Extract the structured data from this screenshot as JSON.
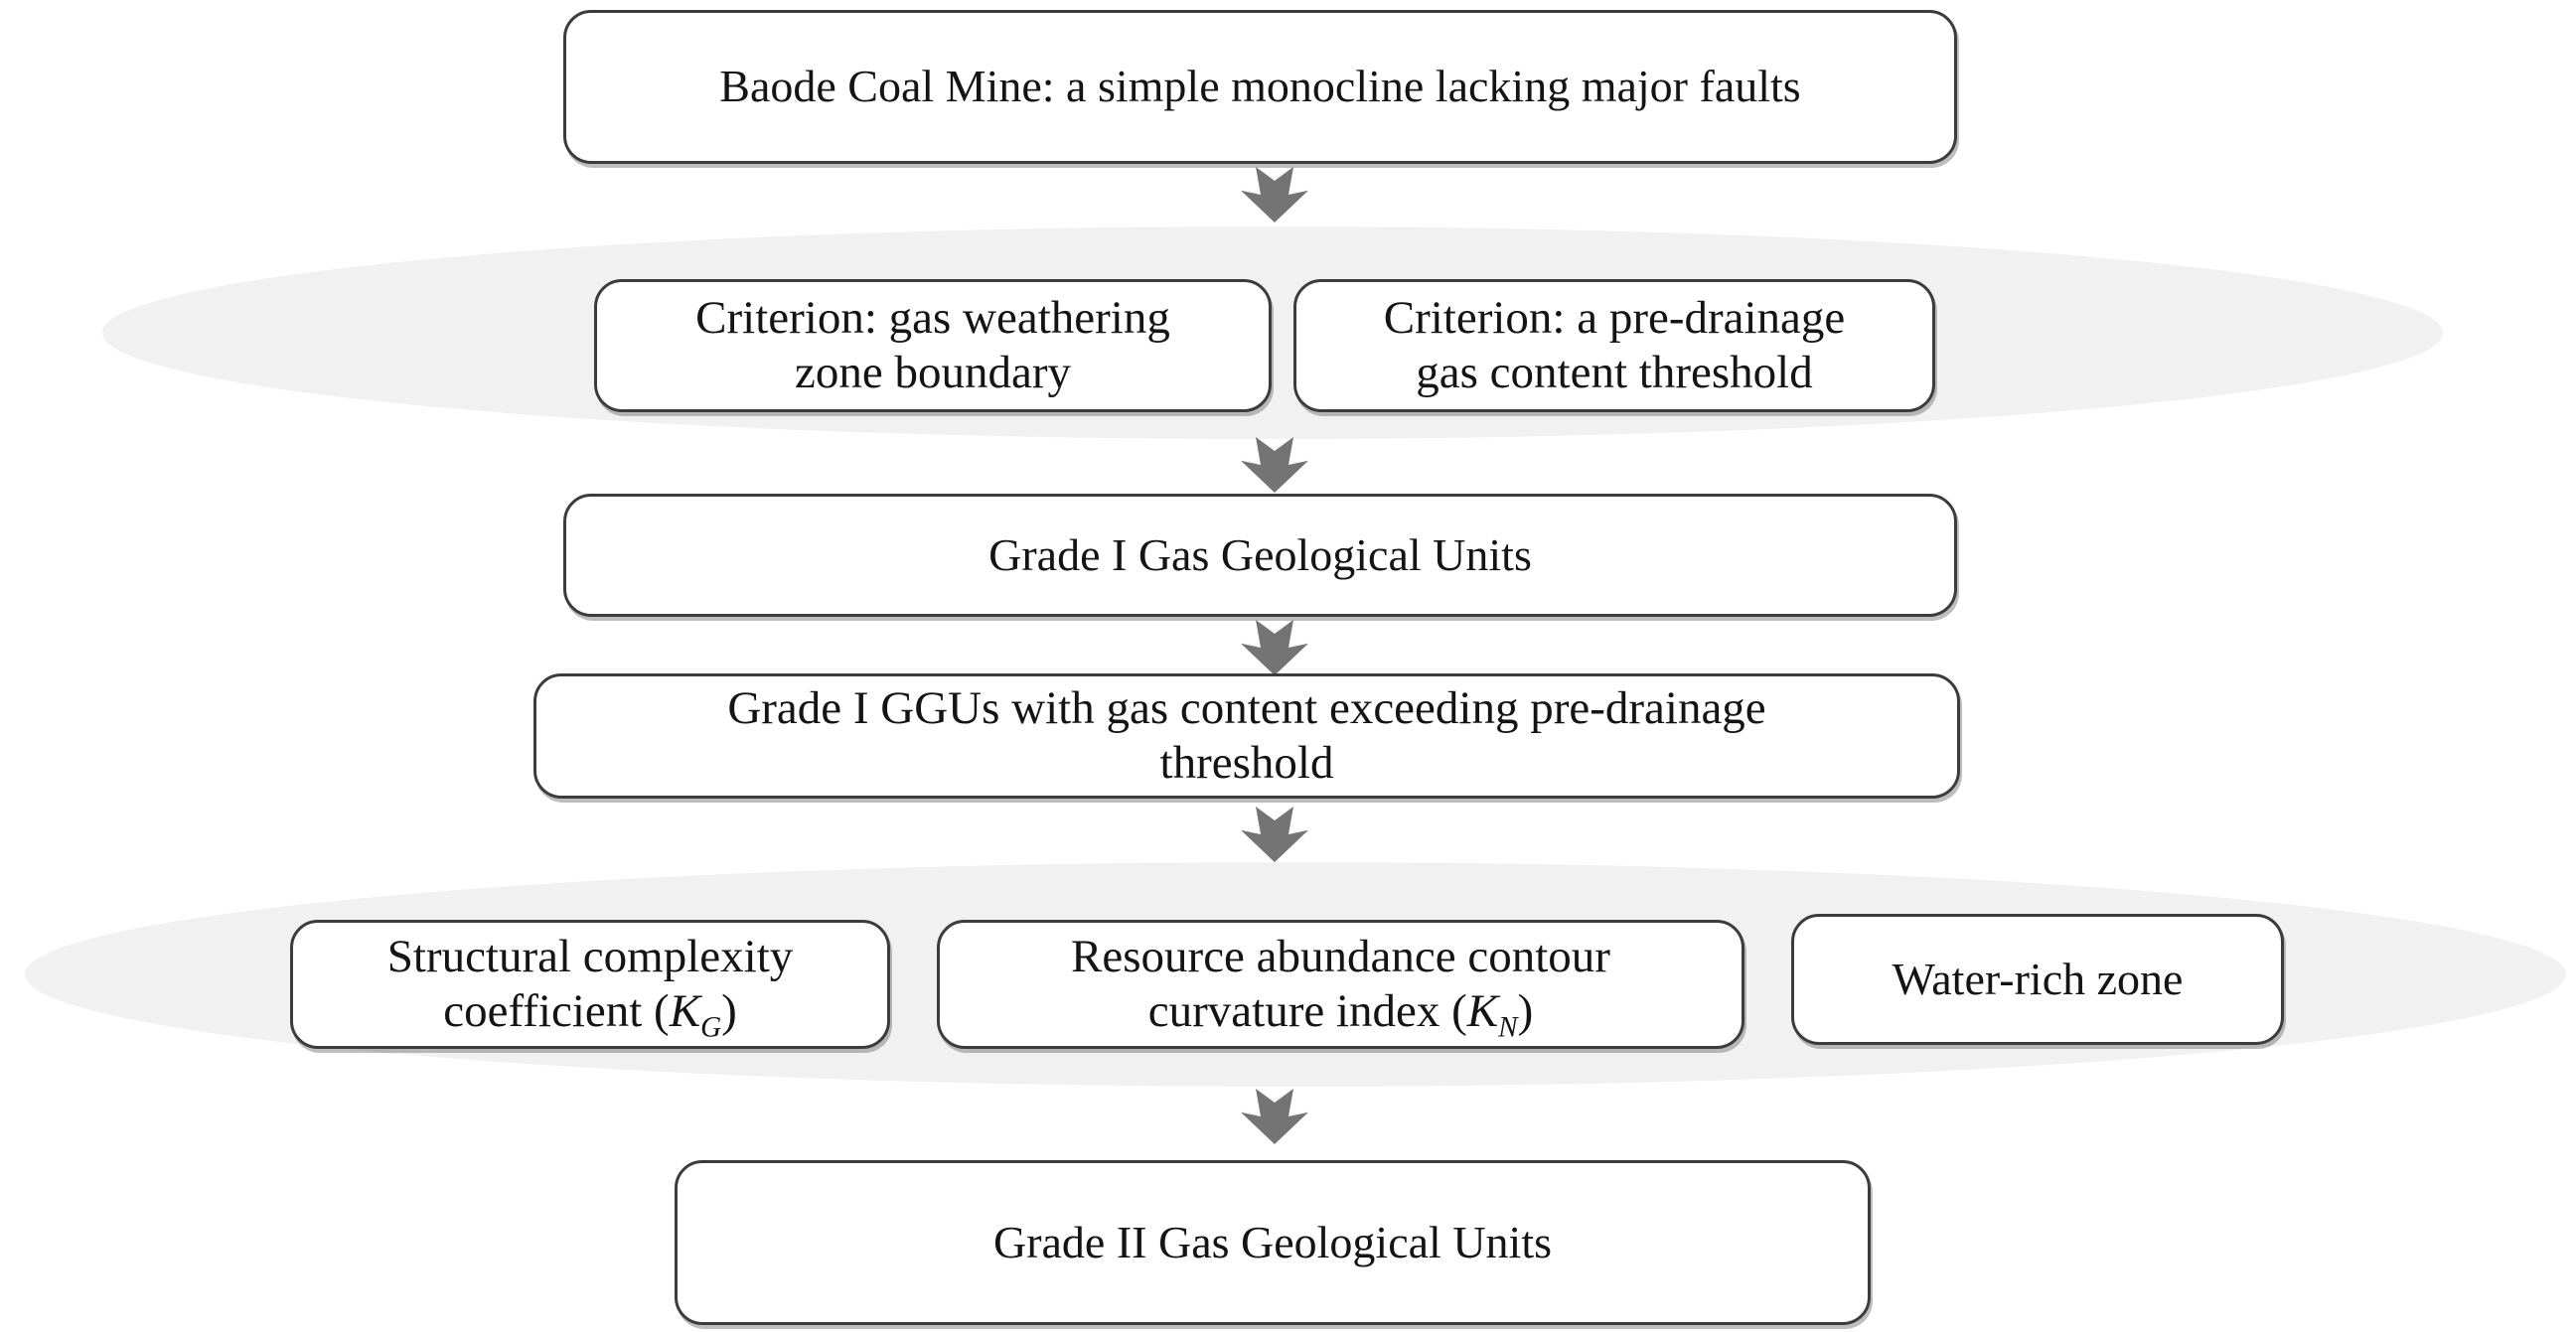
{
  "diagram": {
    "type": "flowchart",
    "colors": {
      "background": "#ffffff",
      "ellipse_fill": "#f1f1f1",
      "box_fill": "#ffffff",
      "box_border": "#3c3c3c",
      "arrow_fill": "#747474",
      "text": "#141414"
    },
    "nodes": {
      "mine": {
        "text": "Baode Coal Mine: a simple monocline lacking major faults"
      },
      "criterion_gas_weathering": {
        "line1": "Criterion: gas weathering",
        "line2": "zone boundary"
      },
      "criterion_pre_drainage": {
        "line1": "Criterion: a pre-drainage",
        "line2": "gas content threshold"
      },
      "grade_i": {
        "text": "Grade I Gas Geological Units"
      },
      "grade_i_exceeding": {
        "line1": "Grade I GGUs with gas content exceeding pre-drainage",
        "line2": "threshold"
      },
      "structural_complexity": {
        "line1": "Structural complexity",
        "line2_prefix": "coefficient (",
        "symbol": "K",
        "subscript": "G",
        "line2_suffix": ")"
      },
      "resource_abundance": {
        "line1": "Resource abundance contour",
        "line2_prefix": "curvature index (",
        "symbol": "K",
        "subscript": "N",
        "line2_suffix": ")"
      },
      "water_rich": {
        "text": "Water-rich zone"
      },
      "grade_ii": {
        "text": "Grade II Gas Geological Units"
      }
    },
    "flow": [
      "mine",
      "criteria (gas weathering zone boundary | pre-drainage gas content threshold)",
      "grade_i",
      "grade_i_exceeding",
      "indices (structural complexity | resource abundance contour curvature | water-rich zone)",
      "grade_ii"
    ]
  }
}
